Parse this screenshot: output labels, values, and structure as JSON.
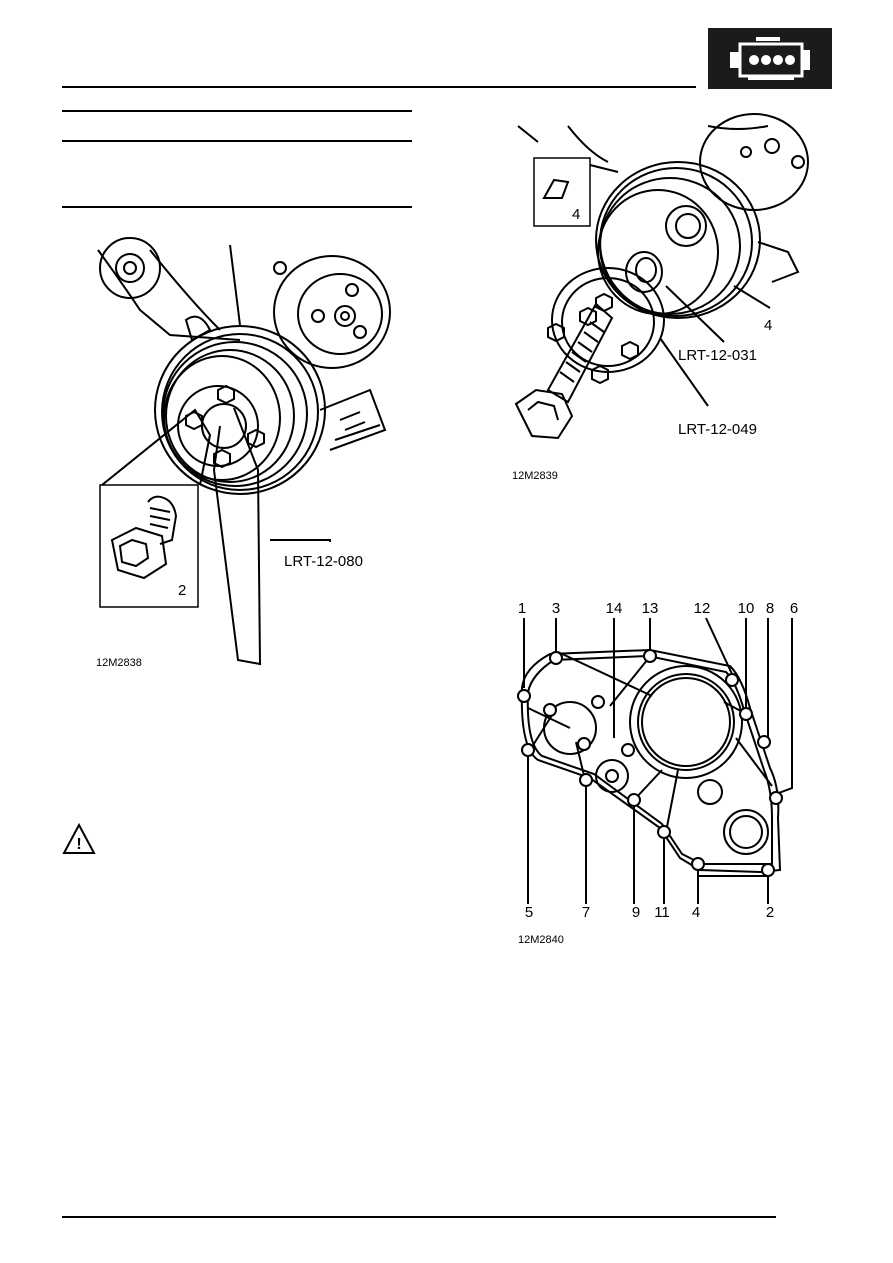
{
  "header": {
    "logo_icon": "engine-icon"
  },
  "figures": {
    "fig1": {
      "id": "12M2838",
      "callouts": {
        "tool": "LRT-12-080",
        "inset": "2"
      }
    },
    "fig2": {
      "id": "12M2839",
      "callouts": {
        "inset": "4",
        "item": "4",
        "tool1": "LRT-12-031",
        "tool2": "LRT-12-049"
      }
    },
    "fig3": {
      "id": "12M2840",
      "top_numbers": [
        "1",
        "3",
        "14",
        "13",
        "12",
        "10",
        "8",
        "6"
      ],
      "bottom_numbers": [
        "5",
        "7",
        "9",
        "11",
        "4",
        "2"
      ]
    }
  },
  "caution": {
    "icon": "warning-triangle-icon",
    "symbol": "!"
  },
  "colors": {
    "ink": "#000000",
    "logo_bg": "#1b1b1b",
    "logo_fg": "#ffffff"
  }
}
